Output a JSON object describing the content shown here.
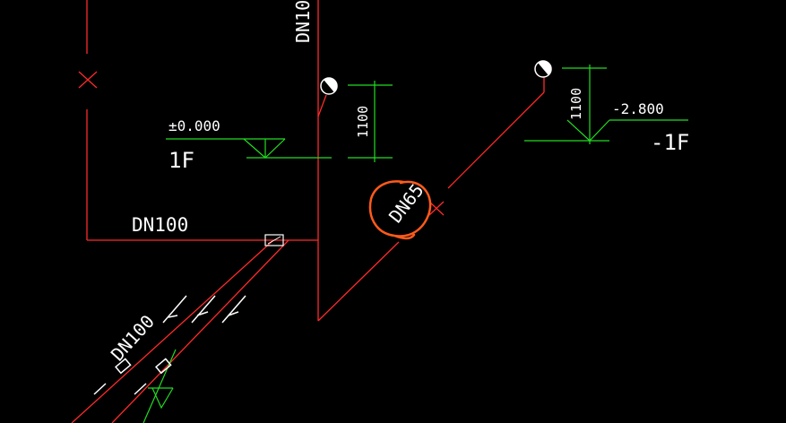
{
  "drawing": {
    "labels": {
      "pipe_vertical": "DN10",
      "pipe_horizontal": "DN100",
      "pipe_diagonal": "DN100",
      "pipe_branch": "DN65",
      "elev_1f_value": "±0.000",
      "elev_1f_floor": "1F",
      "elev_b1_value": "-2.800",
      "elev_b1_floor": "-1F",
      "dim_left": "1100",
      "dim_right": "1100"
    },
    "colors": {
      "background": "#000000",
      "pipe": "#ff2a2a",
      "dimension": "#22dd22",
      "text": "#ffffff",
      "highlight": "#ff5a1a"
    },
    "icons": {
      "valve_symbol": "pipe-valve-icon",
      "elevation_marker": "elevation-triangle-icon",
      "vent_cap": "vent-cap-icon",
      "cross_mark": "x-mark-icon"
    }
  }
}
